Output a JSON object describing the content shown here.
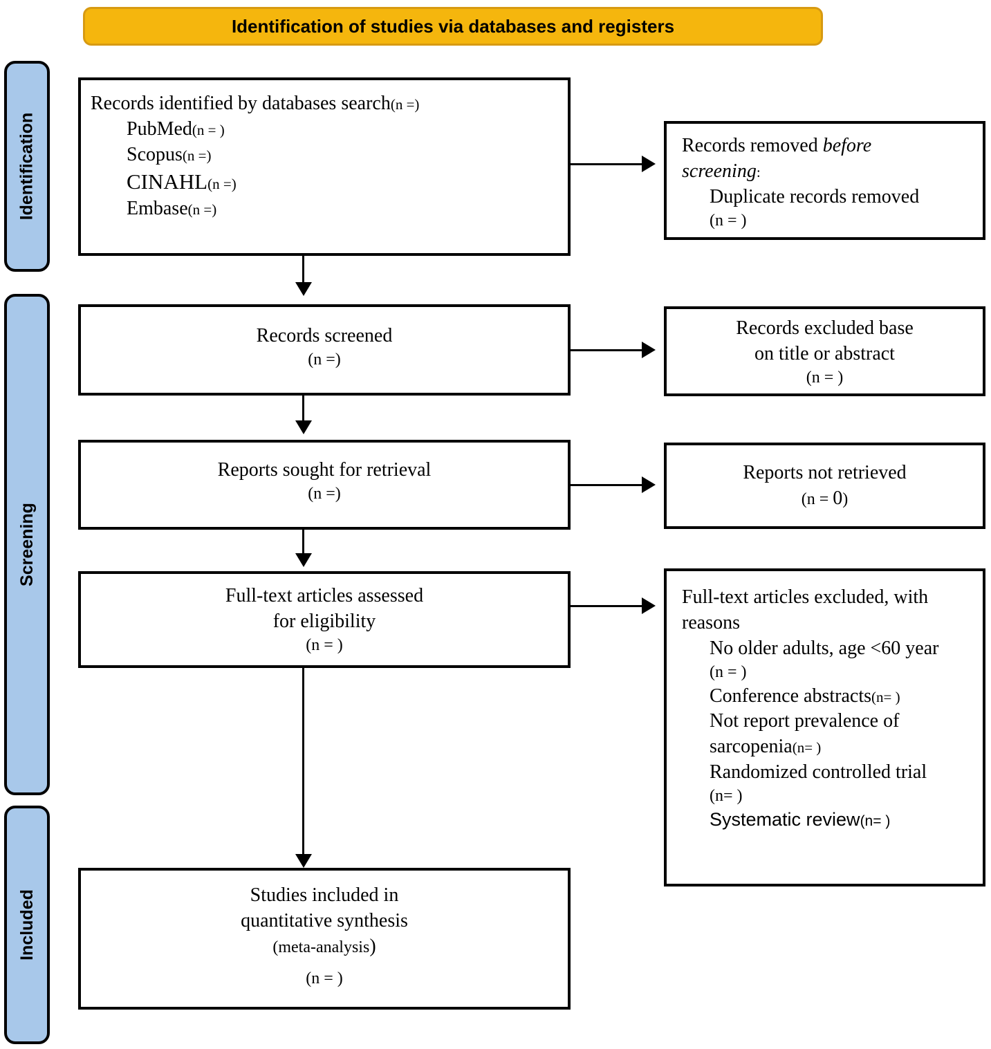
{
  "header": {
    "title": "Identification of studies via databases and registers",
    "bg_color": "#f5b60d",
    "border_color": "#d79a12"
  },
  "phases": {
    "bar_color": "#a8c8ea",
    "items": [
      {
        "label": "Identification"
      },
      {
        "label": "Screening"
      },
      {
        "label": "Included"
      }
    ]
  },
  "boxes": {
    "identified": {
      "title": "Records identified by databases search",
      "title_n": "(n =)",
      "sources": [
        {
          "name": "PubMed",
          "n": "(n = )"
        },
        {
          "name": "Scopus",
          "n": "(n =)"
        },
        {
          "name": "CINAHL",
          "n": "(n =)"
        },
        {
          "name": "Embase",
          "n": "(n =)"
        }
      ]
    },
    "removed_before_screening": {
      "line1": "Records removed ",
      "line1_em": "before",
      "line2_em": "screening",
      "line2_tail": ":",
      "detail": "Duplicate records removed",
      "detail_n": "(n = )"
    },
    "records_screened": {
      "line1": "Records screened",
      "n": "(n =)"
    },
    "records_excluded": {
      "line1": "Records excluded base",
      "line2": "on title or abstract",
      "n": "(n = )"
    },
    "reports_sought": {
      "line1": "Reports sought for retrieval",
      "n": "(n =)"
    },
    "reports_not_retrieved": {
      "line1": "Reports not retrieved",
      "n_prefix": "(n = ",
      "n_value": "0",
      "n_suffix": ")"
    },
    "fulltext_assessed": {
      "line1": "Full-text articles assessed",
      "line2": "for eligibility",
      "n": "(n = )"
    },
    "fulltext_excluded": {
      "heading_line1": "Full-text articles excluded, with",
      "heading_line2": "reasons",
      "reasons": [
        {
          "text": "No older adults, age <60 year",
          "n": "(n = )",
          "n_on_new_line": true,
          "sans": false
        },
        {
          "text": "Conference abstracts",
          "n": "(n= )",
          "n_on_new_line": false,
          "sans": false
        },
        {
          "text": "Not report prevalence of",
          "text2": "sarcopenia",
          "n": "(n= )",
          "n_on_new_line": false,
          "sans": false
        },
        {
          "text": "Randomized controlled trial",
          "n": "(n= )",
          "n_on_new_line": true,
          "sans": false
        },
        {
          "text": "Systematic review",
          "n": "(n= )",
          "n_on_new_line": false,
          "sans": true
        }
      ]
    },
    "studies_included": {
      "line1": "Studies included in",
      "line2": "quantitative synthesis",
      "line3_open": "(meta-analysis",
      "line3_close": ")",
      "n": "(n = )"
    }
  }
}
